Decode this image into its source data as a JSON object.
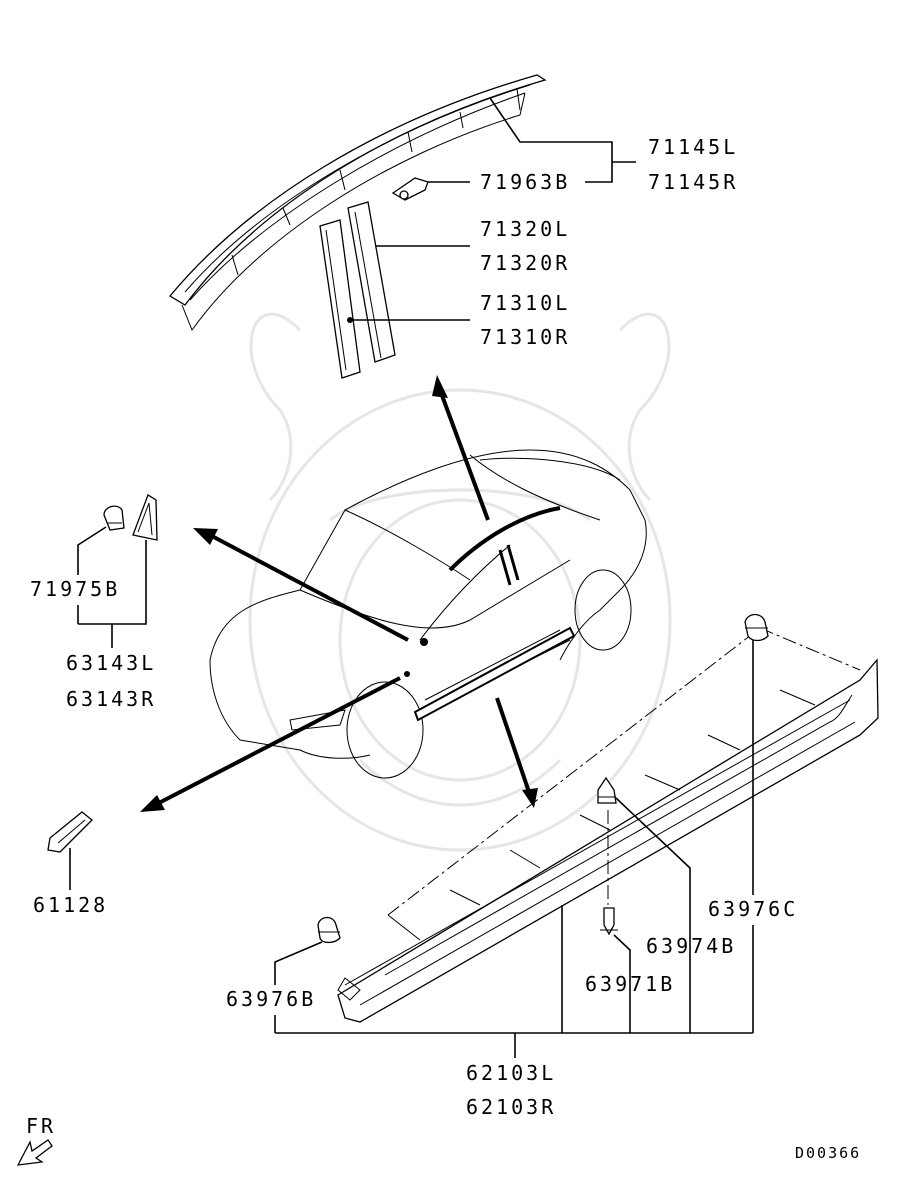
{
  "diagram": {
    "parts": {
      "p71145L": "71145L",
      "p71145R": "71145R",
      "p71963B": "71963B",
      "p71320L": "71320L",
      "p71320R": "71320R",
      "p71310L": "71310L",
      "p71310R": "71310R",
      "p71975B": "71975B",
      "p63143L": "63143L",
      "p63143R": "63143R",
      "p61128": "61128",
      "p63976C": "63976C",
      "p63974B": "63974B",
      "p63971B": "63971B",
      "p63976B": "63976B",
      "p62103L": "62103L",
      "p62103R": "62103R"
    },
    "front_indicator": "FR",
    "drawing_code": "D00366"
  }
}
